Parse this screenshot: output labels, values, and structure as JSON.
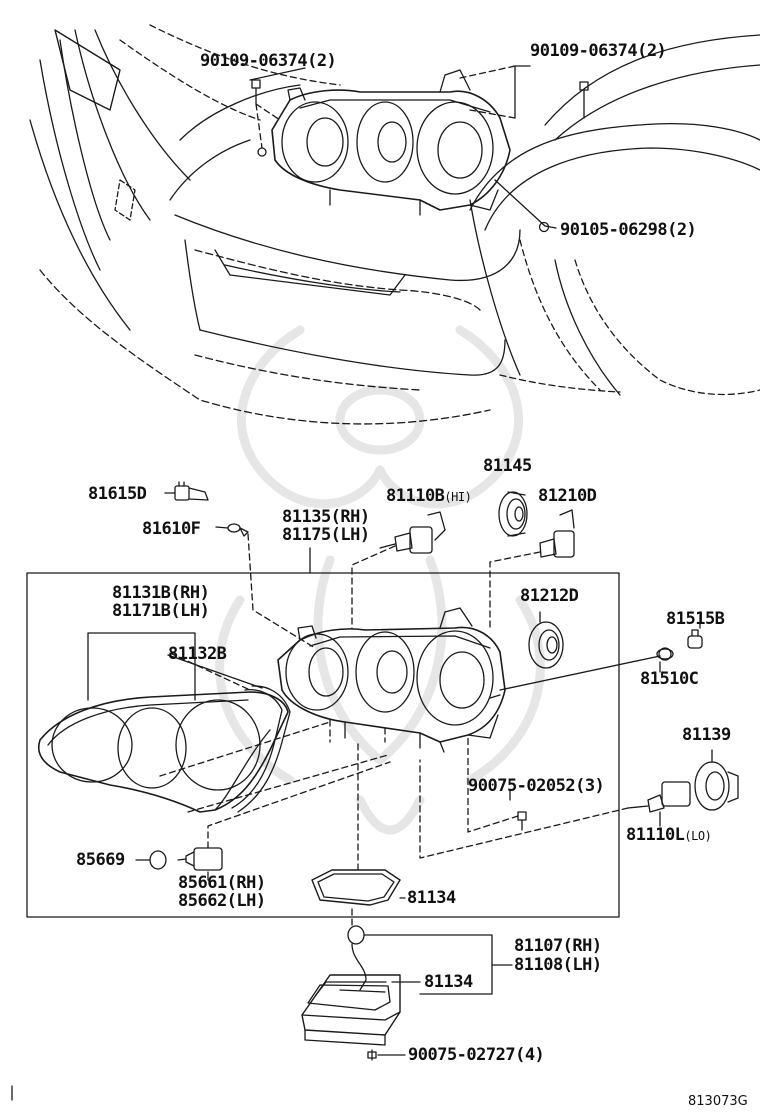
{
  "colors": {
    "line": "#1a1a1a",
    "watermark": "#e6e6e6",
    "background": "#ffffff"
  },
  "labels": {
    "bolt_top_left": "90109-06374(2)",
    "bolt_top_right": "90109-06374(2)",
    "bolt_side": "90105-06298(2)",
    "p81145": "81145",
    "p81615D": "81615D",
    "p81110B": "81110B",
    "p81110B_suffix": "(HI)",
    "p81210D": "81210D",
    "p81610F": "81610F",
    "p81135": "81135(RH)",
    "p81175": "81175(LH)",
    "p81131B": "81131B(RH)",
    "p81171B": "81171B(LH)",
    "p81212D": "81212D",
    "p81515B": "81515B",
    "p81132B": "81132B",
    "p81510C": "81510C",
    "p81139": "81139",
    "p90075_02052": "90075-02052(3)",
    "p81110L": "81110L",
    "p81110L_suffix": "(LO)",
    "p85669": "85669",
    "p85661": "85661(RH)",
    "p85662": "85662(LH)",
    "p81134_a": "81134",
    "p81107": "81107(RH)",
    "p81108": "81108(LH)",
    "p81134_b": "81134",
    "p90075_02727": "90075-02727(4)",
    "figure_code": "813073G"
  }
}
